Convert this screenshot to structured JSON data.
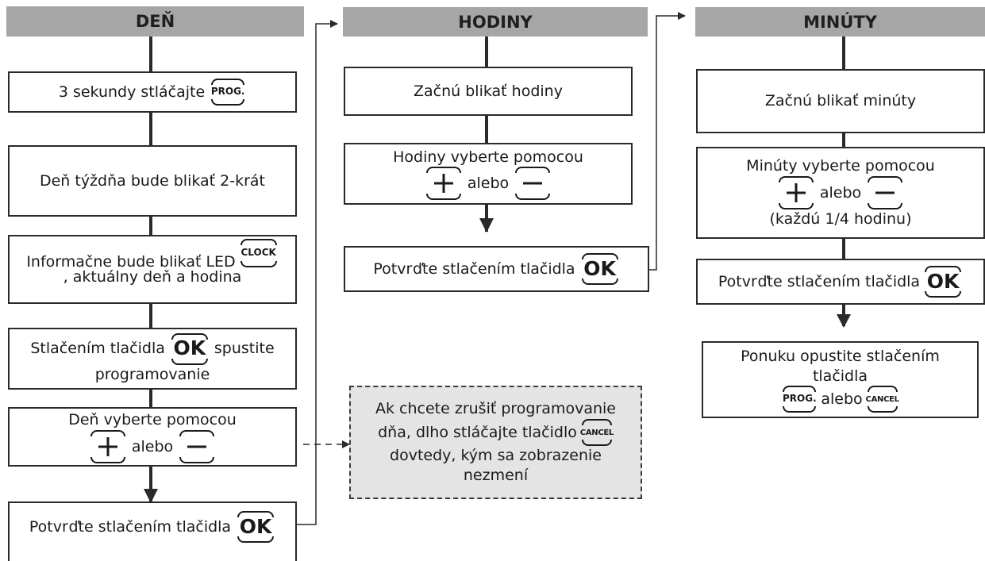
{
  "headers": {
    "den": "DEŇ",
    "hodiny": "HODINY",
    "minuty": "MINÚTY"
  },
  "den": {
    "step1": {
      "text": "3 sekundy stláčajte"
    },
    "step2": "Deň týždňa bude blikať 2-krát",
    "step3": {
      "line1": "Informačne bude blikať LED",
      "line2": ", aktuálny deň a hodina"
    },
    "step4": {
      "before": "Stlačením tlačidla",
      "after": "spustite",
      "line2": "programovanie"
    },
    "step5": {
      "line1": "Deň vyberte pomocou",
      "or": "alebo"
    },
    "step6": "Potvrďte stlačením tlačidla"
  },
  "cancel_note": {
    "line1": "Ak chcete zrušiť programovanie",
    "line2": "dňa, dlho stláčajte tlačidlo",
    "line3": "dovtedy, kým sa zobrazenie",
    "line4": "nezmení"
  },
  "hodiny": {
    "step1": "Začnú blikať hodiny",
    "step2": {
      "line1": "Hodiny vyberte pomocou",
      "or": "alebo"
    },
    "step3": "Potvrďte stlačením tlačidla"
  },
  "minuty": {
    "step1": "Začnú blikať minúty",
    "step2": {
      "line1": "Minúty vyberte pomocou",
      "or": "alebo",
      "line3": "(každú 1/4 hodinu)"
    },
    "step3": "Potvrďte stlačením tlačidla",
    "step4": {
      "line1": "Ponuku opustite stlačením",
      "line2": "tlačidla",
      "or": "alebo"
    }
  },
  "buttons": {
    "prog": "PROG.",
    "ok": "OK",
    "clock": "CLOCK",
    "cancel": "CANCEL"
  },
  "icons": {
    "plus": "plus-button-icon",
    "minus": "minus-button-icon"
  },
  "colors": {
    "header_bg": "#a6a6a6",
    "note_bg": "#e4e4e4",
    "line": "#2a2a2a"
  }
}
